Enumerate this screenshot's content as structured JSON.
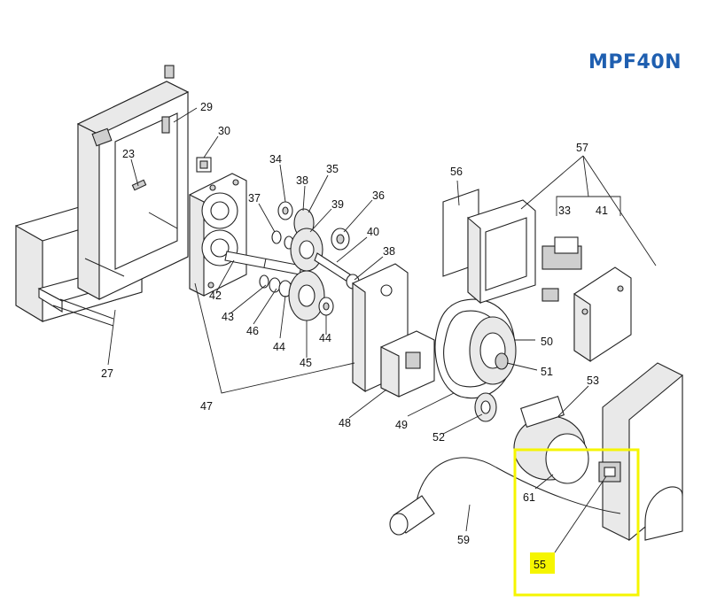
{
  "model": {
    "code": "MPF40N",
    "color": "#1f5fb0"
  },
  "highlight": {
    "color": "#f5f500",
    "part": "55"
  },
  "callouts": [
    {
      "id": "c29",
      "label": "29"
    },
    {
      "id": "c30",
      "label": "30"
    },
    {
      "id": "c23",
      "label": "23"
    },
    {
      "id": "c34",
      "label": "34"
    },
    {
      "id": "c38a",
      "label": "38"
    },
    {
      "id": "c35",
      "label": "35"
    },
    {
      "id": "c37",
      "label": "37"
    },
    {
      "id": "c39",
      "label": "39"
    },
    {
      "id": "c36",
      "label": "36"
    },
    {
      "id": "c40",
      "label": "40"
    },
    {
      "id": "c38b",
      "label": "38"
    },
    {
      "id": "c56",
      "label": "56"
    },
    {
      "id": "c57",
      "label": "57"
    },
    {
      "id": "c33",
      "label": "33"
    },
    {
      "id": "c41",
      "label": "41"
    },
    {
      "id": "c42",
      "label": "42"
    },
    {
      "id": "c43",
      "label": "43"
    },
    {
      "id": "c46",
      "label": "46"
    },
    {
      "id": "c44a",
      "label": "44"
    },
    {
      "id": "c45",
      "label": "45"
    },
    {
      "id": "c44b",
      "label": "44"
    },
    {
      "id": "c27",
      "label": "27"
    },
    {
      "id": "c47",
      "label": "47"
    },
    {
      "id": "c48",
      "label": "48"
    },
    {
      "id": "c49",
      "label": "49"
    },
    {
      "id": "c50",
      "label": "50"
    },
    {
      "id": "c51",
      "label": "51"
    },
    {
      "id": "c52",
      "label": "52"
    },
    {
      "id": "c53",
      "label": "53"
    },
    {
      "id": "c61",
      "label": "61"
    },
    {
      "id": "c59",
      "label": "59"
    },
    {
      "id": "c55",
      "label": "55"
    }
  ]
}
